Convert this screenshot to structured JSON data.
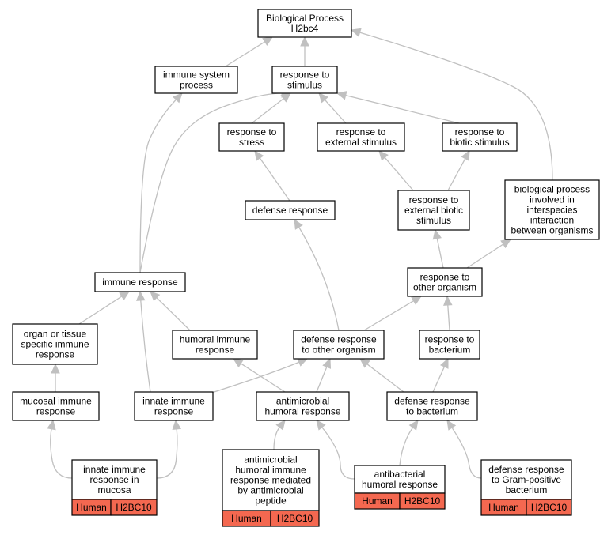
{
  "colors": {
    "edge": "#c0c0c0",
    "tag_fill": "#f46850",
    "node_border": "#000000",
    "background": "#ffffff"
  },
  "nodes": [
    {
      "id": "bp",
      "lines": [
        "Biological Process",
        "H2bc4"
      ]
    },
    {
      "id": "isp",
      "lines": [
        "immune system",
        "process"
      ]
    },
    {
      "id": "rts",
      "lines": [
        "response to",
        "stimulus"
      ]
    },
    {
      "id": "rtstress",
      "lines": [
        "response to",
        "stress"
      ]
    },
    {
      "id": "rtes",
      "lines": [
        "response to",
        "external stimulus"
      ]
    },
    {
      "id": "rtbs",
      "lines": [
        "response to",
        "biotic stimulus"
      ]
    },
    {
      "id": "dr",
      "lines": [
        "defense response"
      ]
    },
    {
      "id": "rtebs",
      "lines": [
        "response to",
        "external biotic",
        "stimulus"
      ]
    },
    {
      "id": "bpii",
      "lines": [
        "biological process",
        "involved in",
        "interspecies",
        "interaction",
        "between organisms"
      ]
    },
    {
      "id": "ir",
      "lines": [
        "immune response"
      ]
    },
    {
      "id": "rtoo",
      "lines": [
        "response to",
        "other organism"
      ]
    },
    {
      "id": "otsir",
      "lines": [
        "organ or tissue",
        "specific immune",
        "response"
      ]
    },
    {
      "id": "hir",
      "lines": [
        "humoral immune",
        "response"
      ]
    },
    {
      "id": "drtoo",
      "lines": [
        "defense response",
        "to other organism"
      ]
    },
    {
      "id": "rtb",
      "lines": [
        "response to",
        "bacterium"
      ]
    },
    {
      "id": "mir",
      "lines": [
        "mucosal immune",
        "response"
      ]
    },
    {
      "id": "innir",
      "lines": [
        "innate immune",
        "response"
      ]
    },
    {
      "id": "ahr",
      "lines": [
        "antimicrobial",
        "humoral response"
      ]
    },
    {
      "id": "drtb",
      "lines": [
        "defense response",
        "to bacterium"
      ]
    },
    {
      "id": "iirm",
      "lines": [
        "innate immune",
        "response in",
        "mucosa"
      ],
      "tags": [
        "Human",
        "H2BC10"
      ]
    },
    {
      "id": "ahirm",
      "lines": [
        "antimicrobial",
        "humoral immune",
        "response mediated",
        "by antimicrobial",
        "peptide"
      ],
      "tags": [
        "Human",
        "H2BC10"
      ]
    },
    {
      "id": "abhr",
      "lines": [
        "antibacterial",
        "humoral response"
      ],
      "tags": [
        "Human",
        "H2BC10"
      ]
    },
    {
      "id": "drtgpb",
      "lines": [
        "defense response",
        "to Gram-positive",
        "bacterium"
      ],
      "tags": [
        "Human",
        "H2BC10"
      ]
    }
  ],
  "edges": [
    [
      "isp",
      "bp"
    ],
    [
      "rts",
      "bp"
    ],
    [
      "bpii",
      "bp"
    ],
    [
      "ir",
      "isp"
    ],
    [
      "ir",
      "rts"
    ],
    [
      "rtstress",
      "rts"
    ],
    [
      "rtes",
      "rts"
    ],
    [
      "rtbs",
      "rts"
    ],
    [
      "dr",
      "rtstress"
    ],
    [
      "rtebs",
      "rtes"
    ],
    [
      "rtebs",
      "rtbs"
    ],
    [
      "rtoo",
      "rtebs"
    ],
    [
      "rtoo",
      "bpii"
    ],
    [
      "drtoo",
      "dr"
    ],
    [
      "drtoo",
      "rtoo"
    ],
    [
      "rtb",
      "rtoo"
    ],
    [
      "otsir",
      "ir"
    ],
    [
      "hir",
      "ir"
    ],
    [
      "innir",
      "ir"
    ],
    [
      "innir",
      "drtoo"
    ],
    [
      "mir",
      "otsir"
    ],
    [
      "ahr",
      "hir"
    ],
    [
      "ahr",
      "drtoo"
    ],
    [
      "drtb",
      "drtoo"
    ],
    [
      "drtb",
      "rtb"
    ],
    [
      "iirm",
      "mir"
    ],
    [
      "iirm",
      "innir"
    ],
    [
      "ahirm",
      "ahr"
    ],
    [
      "abhr",
      "ahr"
    ],
    [
      "abhr",
      "drtb"
    ],
    [
      "drtgpb",
      "drtb"
    ]
  ]
}
